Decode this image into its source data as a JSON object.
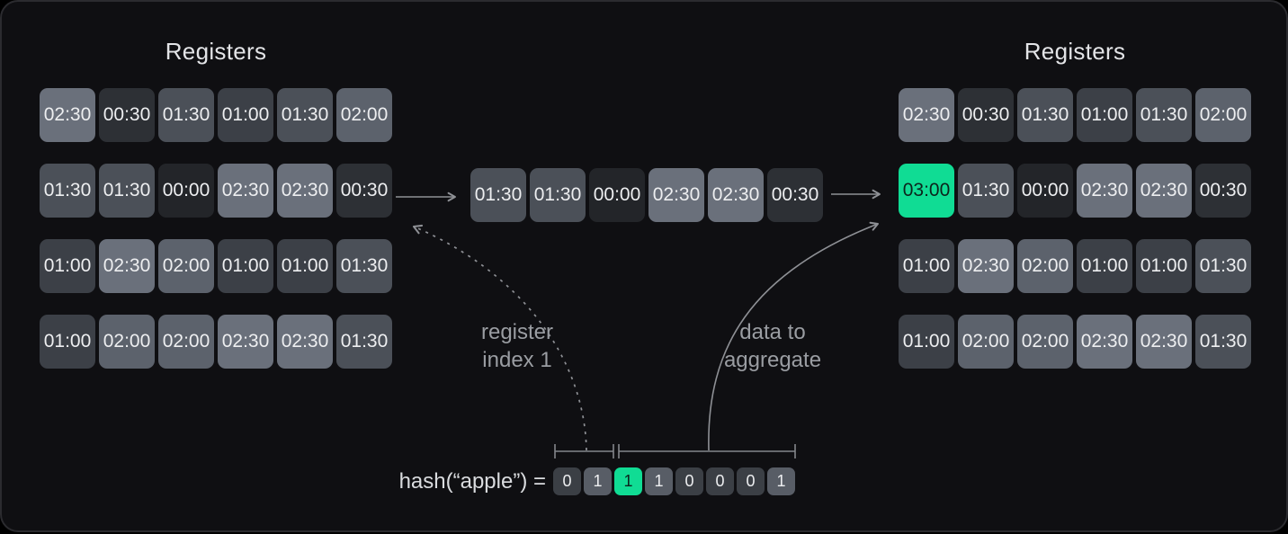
{
  "colors": {
    "page_bg": "#000000",
    "card_bg": "#0f0f12",
    "card_border": "#2b2b2f",
    "title_text": "#e3e4e7",
    "cell_text": "#edeef0",
    "muted_text": "#9a9da2",
    "hash_text": "#dadcdf",
    "arrow": "#8e9095",
    "bracket": "#83868b",
    "accent_green": "#10dc94",
    "green_text": "#0c241c",
    "bit_zero_bg": "#3b3f45",
    "bit_one_bg": "#585d66",
    "value_colors": {
      "00:00": "#232529",
      "00:30": "#2d3035",
      "01:00": "#3c4047",
      "01:30": "#4b5058",
      "02:00": "#5c626c",
      "02:30": "#6a707b",
      "03:00": "#10dc94"
    }
  },
  "left_registers": {
    "title": "Registers",
    "rows": [
      [
        "02:30",
        "00:30",
        "01:30",
        "01:00",
        "01:30",
        "02:00"
      ],
      [
        "01:30",
        "01:30",
        "00:00",
        "02:30",
        "02:30",
        "00:30"
      ],
      [
        "01:00",
        "02:30",
        "02:00",
        "01:00",
        "01:00",
        "01:30"
      ],
      [
        "01:00",
        "02:00",
        "02:00",
        "02:30",
        "02:30",
        "01:30"
      ]
    ]
  },
  "middle_row": {
    "values": [
      "01:30",
      "01:30",
      "00:00",
      "02:30",
      "02:30",
      "00:30"
    ]
  },
  "right_registers": {
    "title": "Registers",
    "rows": [
      [
        "02:30",
        "00:30",
        "01:30",
        "01:00",
        "01:30",
        "02:00"
      ],
      [
        "03:00",
        "01:30",
        "00:00",
        "02:30",
        "02:30",
        "00:30"
      ],
      [
        "01:00",
        "02:30",
        "02:00",
        "01:00",
        "01:00",
        "01:30"
      ],
      [
        "01:00",
        "02:00",
        "02:00",
        "02:30",
        "02:30",
        "01:30"
      ]
    ],
    "highlighted_value": "03:00",
    "highlighted_position": {
      "row": 2,
      "col": 1
    }
  },
  "annotations": {
    "register_index_line1": "register",
    "register_index_line2": "index 1",
    "data_aggregate_line1": "data to",
    "data_aggregate_line2": "aggregate"
  },
  "hash": {
    "label": "hash(“apple”) =",
    "bits": [
      "0",
      "1",
      "1",
      "1",
      "0",
      "0",
      "0",
      "1"
    ],
    "highlighted_bit_index": 2,
    "index_bits": "01",
    "index_bits_count": 2
  }
}
